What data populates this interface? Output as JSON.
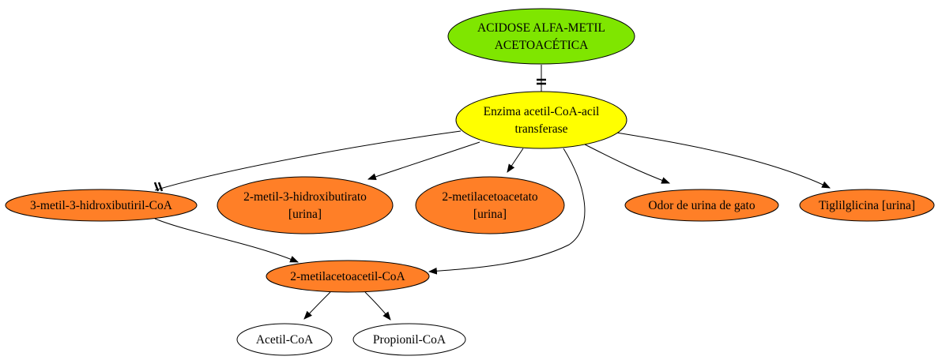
{
  "diagram": {
    "nodes": {
      "acidose": {
        "lines": [
          "ACIDOSE ALFA-METIL",
          "ACETOACÉTICA"
        ],
        "fill": "#7fe600"
      },
      "enzima": {
        "lines": [
          "Enzima acetil-CoA-acil",
          "transferase"
        ],
        "fill": "#ffff00"
      },
      "hidroxibutiril": {
        "lines": [
          "3-metil-3-hidroxibutiril-CoA"
        ],
        "fill": "#ff7f27"
      },
      "hidroxibutirato": {
        "lines": [
          "2-metil-3-hidroxibutirato",
          "[urina]"
        ],
        "fill": "#ff7f27"
      },
      "metilacetoacetato": {
        "lines": [
          "2-metilacetoacetato",
          "[urina]"
        ],
        "fill": "#ff7f27"
      },
      "odor": {
        "lines": [
          "Odor de urina de gato"
        ],
        "fill": "#ff7f27"
      },
      "tiglilglicina": {
        "lines": [
          "Tiglilglicina [urina]"
        ],
        "fill": "#ff7f27"
      },
      "metilacetoacetil": {
        "lines": [
          "2-metilacetoacetil-CoA"
        ],
        "fill": "#ff7f27"
      },
      "acetilcoa": {
        "lines": [
          "Acetil-CoA"
        ],
        "fill": "#ffffff"
      },
      "propionil": {
        "lines": [
          "Propionil-CoA"
        ],
        "fill": "#ffffff"
      }
    },
    "edges": [
      {
        "from": "acidose",
        "to": "enzima",
        "style": "tee"
      },
      {
        "from": "enzima",
        "to": "hidroxibutiril",
        "style": "tee"
      },
      {
        "from": "enzima",
        "to": "hidroxibutirato",
        "style": "arrow"
      },
      {
        "from": "enzima",
        "to": "metilacetoacetato",
        "style": "arrow"
      },
      {
        "from": "enzima",
        "to": "odor",
        "style": "arrow"
      },
      {
        "from": "enzima",
        "to": "tiglilglicina",
        "style": "arrow"
      },
      {
        "from": "enzima",
        "to": "metilacetoacetil",
        "style": "arrow"
      },
      {
        "from": "hidroxibutiril",
        "to": "metilacetoacetil",
        "style": "arrow"
      },
      {
        "from": "metilacetoacetil",
        "to": "acetilcoa",
        "style": "arrow"
      },
      {
        "from": "metilacetoacetil",
        "to": "propionil",
        "style": "arrow"
      }
    ]
  }
}
